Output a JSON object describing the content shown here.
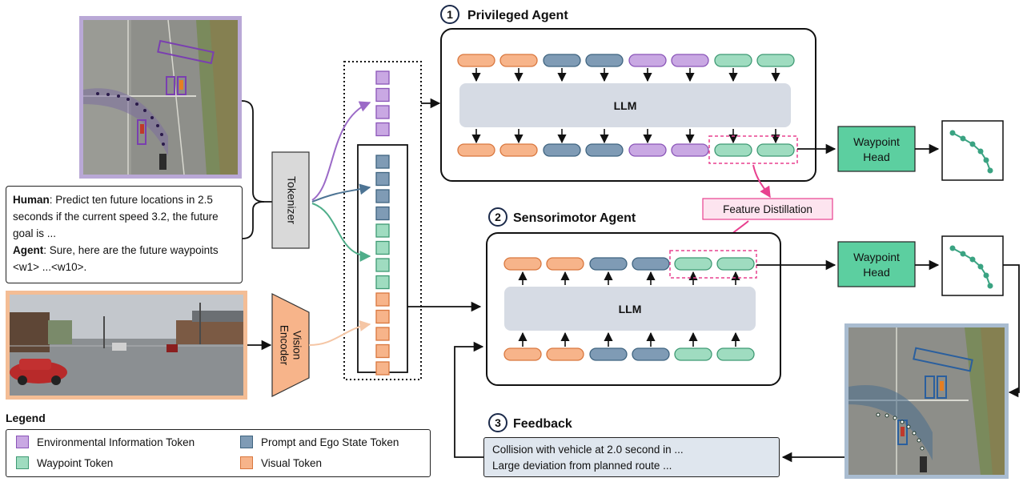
{
  "agents": {
    "privileged": {
      "number": "1",
      "title": "Privileged Agent"
    },
    "sensorimotor": {
      "number": "2",
      "title": "Sensorimotor Agent"
    },
    "feedback": {
      "number": "3",
      "title": "Feedback"
    }
  },
  "llm_label": "LLM",
  "tokenizer_label": "Tokenizer",
  "vision_encoder_label": [
    "Vision",
    "Encoder"
  ],
  "waypoint_head_label": [
    "Waypoint",
    "Head"
  ],
  "feature_distillation_label": "Feature Distillation",
  "dialog": {
    "human_speaker": "Human",
    "human_text": ": Predict ten future locations in 2.5 seconds if the current speed 3.2, the future goal is ...",
    "agent_speaker": "Agent",
    "agent_text": ": Sure, here are the future waypoints <w1> ...<w10>."
  },
  "feedback_lines": [
    "Collision with vehicle at 2.0 second in ...",
    "Large deviation from planned route ..."
  ],
  "legend": {
    "title": "Legend",
    "items": [
      {
        "label": "Environmental Information Token",
        "color": "#9b6ac7"
      },
      {
        "label": "Prompt and Ego State Token",
        "color": "#4d7494"
      },
      {
        "label": "Waypoint Token",
        "color": "#4fae8a"
      },
      {
        "label": "Visual Token",
        "color": "#e8864a"
      }
    ]
  },
  "colors": {
    "purple_fill": "#c9a8e3",
    "purple_stroke": "#8a55b8",
    "blue_fill": "#7f9bb5",
    "blue_stroke": "#3f6480",
    "green_fill": "#9fdcc0",
    "green_stroke": "#3f9a74",
    "orange_fill": "#f7b48a",
    "orange_stroke": "#d9773e",
    "pink": "#e8408f",
    "llm_fill": "#d6dbe4",
    "waypoint_fill": "#5ccfa0",
    "waypoint_dot": "#3aa382"
  }
}
